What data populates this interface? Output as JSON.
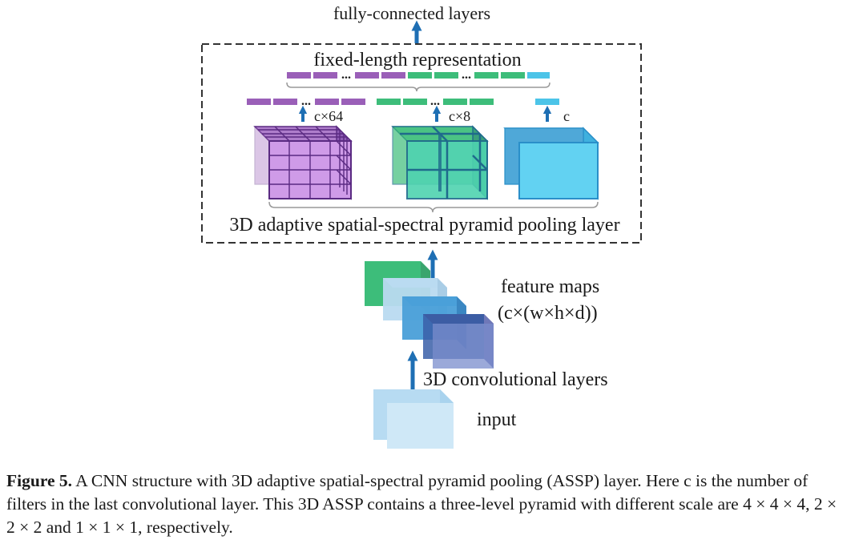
{
  "labels": {
    "top": "fully-connected layers",
    "fixed": "fixed-length representation",
    "ellipsis": "...",
    "c64": "c×64",
    "c8": "c×8",
    "c1": "c",
    "assp": "3D adaptive spatial-spectral pyramid pooling layer",
    "feature_maps_line1": "feature maps",
    "feature_maps_line2": "(c×(w×h×d))",
    "conv": "3D convolutional layers",
    "input": "input"
  },
  "caption": {
    "label": "Figure 5.",
    "text": " A CNN structure with 3D adaptive spatial-spectral pyramid pooling (ASSP) layer. Here c is the number of filters in the last convolutional layer. This 3D ASSP contains a three-level pyramid with different scale are 4 × 4 × 4, 2 × 2 × 2 and 1 × 1 × 1, respectively."
  },
  "colors": {
    "arrow": "#1e6fb4",
    "purple": "#9a5fb8",
    "green": "#3dbd7a",
    "cyan": "#4cc4e8",
    "dashed_border": "#333333"
  }
}
